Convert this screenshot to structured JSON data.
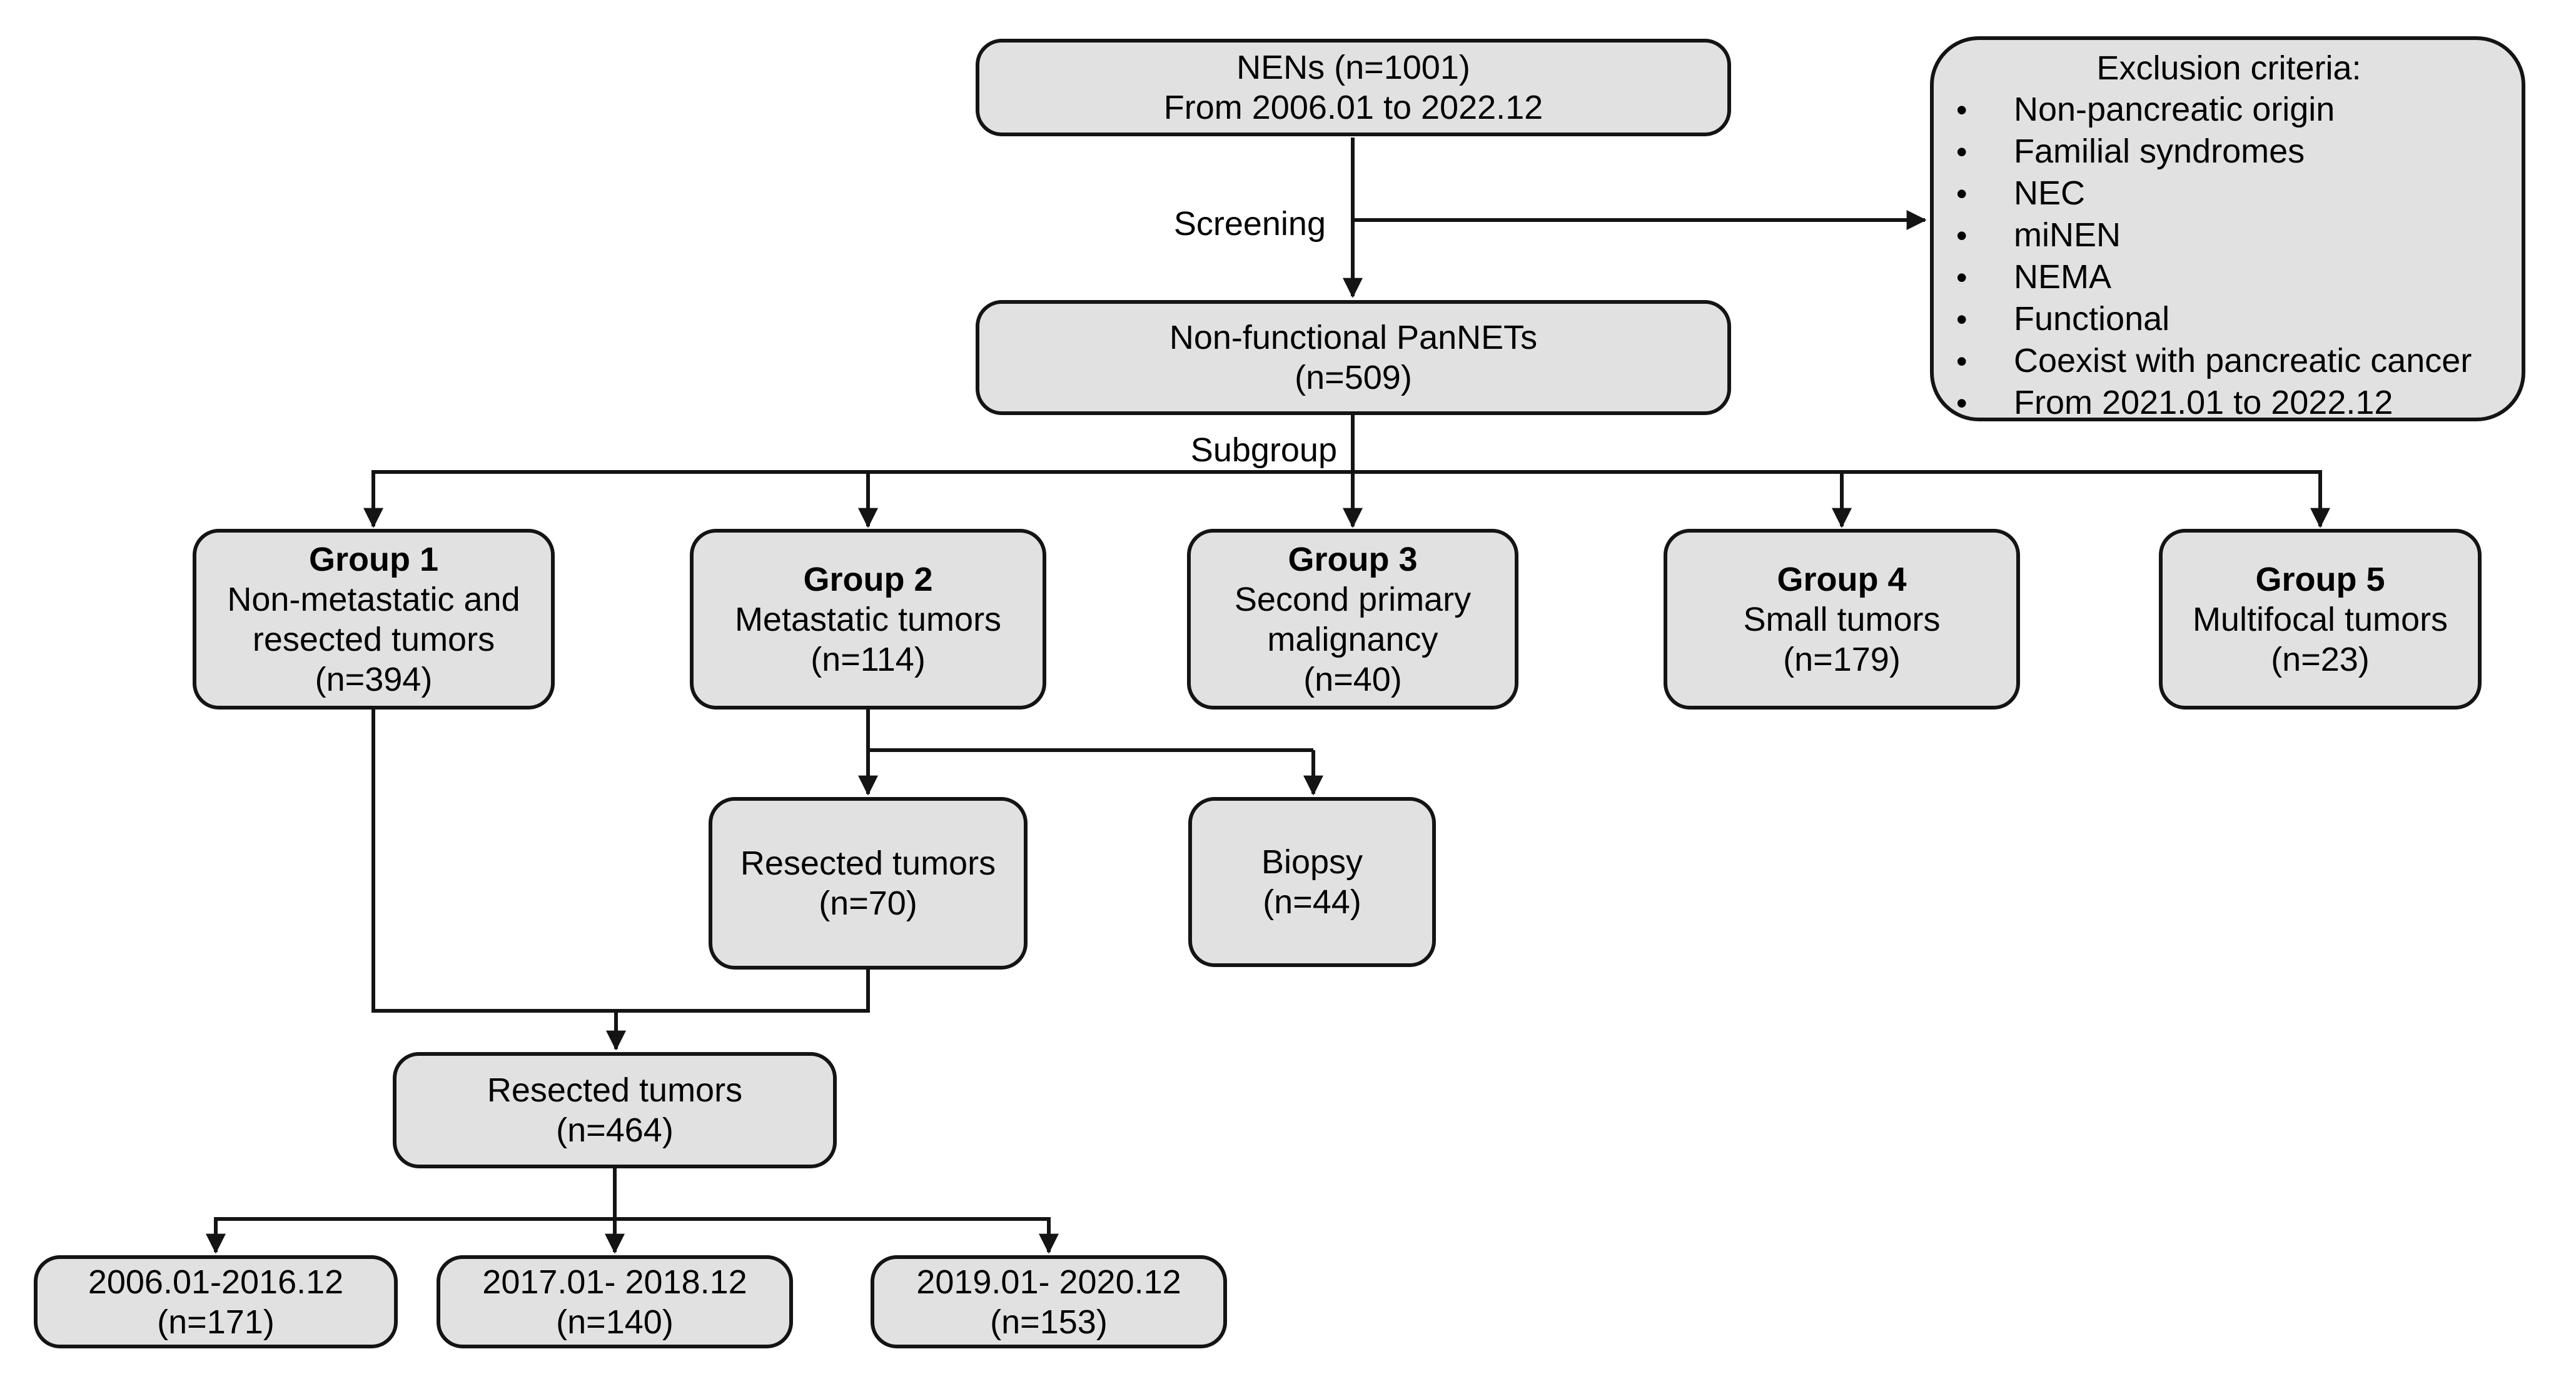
{
  "diagram": {
    "nens": {
      "line1": "NENs (n=1001)",
      "line2": "From 2006.01 to 2022.12"
    },
    "screening_label": "Screening",
    "subgroup_label": "Subgroup",
    "exclusion": {
      "title": "Exclusion criteria:",
      "bullet": "•",
      "items": [
        "Non-pancreatic origin",
        "Familial syndromes",
        "NEC",
        "miNEN",
        "NEMA",
        "Functional",
        "Coexist with pancreatic cancer",
        "From 2021.01 to 2022.12"
      ]
    },
    "pannets": {
      "line1": "Non-functional PanNETs",
      "line2": "(n=509)"
    },
    "groups": [
      {
        "title": "Group 1",
        "desc": "Non-metastatic and resected tumors",
        "count": "(n=394)"
      },
      {
        "title": "Group 2",
        "desc": "Metastatic tumors",
        "count": "(n=114)"
      },
      {
        "title": "Group 3",
        "desc": "Second primary malignancy",
        "count": "(n=40)"
      },
      {
        "title": "Group 4",
        "desc": "Small tumors",
        "count": "(n=179)"
      },
      {
        "title": "Group 5",
        "desc": "Multifocal tumors",
        "count": "(n=23)"
      }
    ],
    "resected70": {
      "line1": "Resected tumors",
      "line2": "(n=70)"
    },
    "biopsy": {
      "line1": "Biopsy",
      "line2": "(n=44)"
    },
    "resected464": {
      "line1": "Resected tumors",
      "line2": "(n=464)"
    },
    "periods": [
      {
        "range": "2006.01-2016.12",
        "count": "(n=171)"
      },
      {
        "range": "2017.01- 2018.12",
        "count": "(n=140)"
      },
      {
        "range": "2019.01- 2020.12",
        "count": "(n=153)"
      }
    ],
    "colors": {
      "box_fill": "#e1e1e1",
      "box_border": "#141414",
      "connector": "#141414",
      "background": "#ffffff",
      "text": "#000000"
    }
  }
}
